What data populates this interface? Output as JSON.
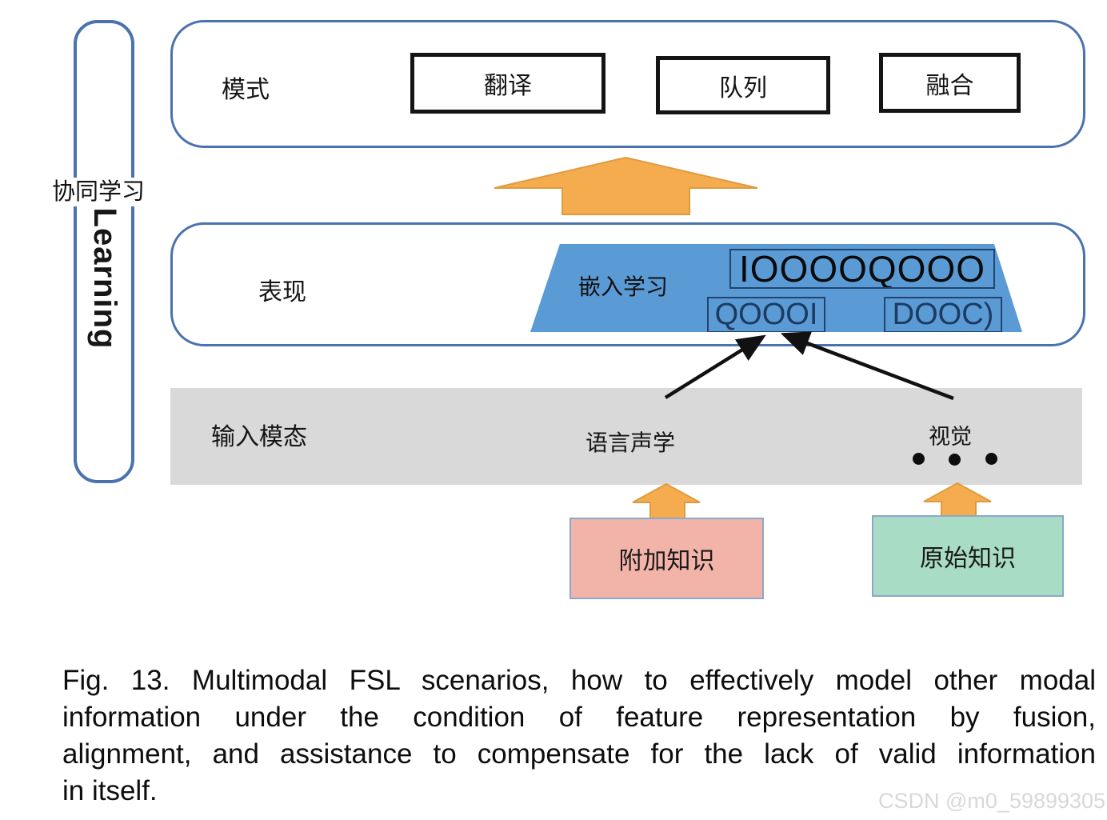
{
  "sidebar": {
    "vertical_label": "Learning",
    "tag": "协同学习"
  },
  "top_box": {
    "label": "模式",
    "items": [
      "翻译",
      "队列",
      "融合"
    ]
  },
  "middle_box": {
    "label": "表现",
    "embed": {
      "label": "嵌入学习",
      "nodes_row1": "IOOOOQOOO",
      "nodes_row2a": "QOOOI",
      "nodes_row2b": "DOOC)"
    }
  },
  "input_band": {
    "label": "输入模态",
    "modality1": "语言声学",
    "modality2": "视觉"
  },
  "bottom_boxes": {
    "additional": "附加知识",
    "original": "原始知识"
  },
  "caption": {
    "line1": "Fig. 13. Multimodal FSL scenarios, how to effectively model other modal",
    "line2": "information under the condition of feature representation by fusion,",
    "line3": "alignment, and assistance to compensate for the lack of valid information",
    "line4": "in itself."
  },
  "watermark": "CSDN @m0_59899305",
  "colors": {
    "outline_blue": "#4a72ae",
    "trapezoid_blue": "#5b9bd5",
    "node_border_navy": "#22436e",
    "arrow_orange_fill": "#f5ac4f",
    "arrow_orange_stroke": "#de9b3e",
    "band_gray": "#d9d9d9",
    "box_pink": "#f2b3a9",
    "box_green": "#a9dcc4",
    "box_border_blue": "#8aa8cc",
    "black_box_border": "#141414"
  }
}
